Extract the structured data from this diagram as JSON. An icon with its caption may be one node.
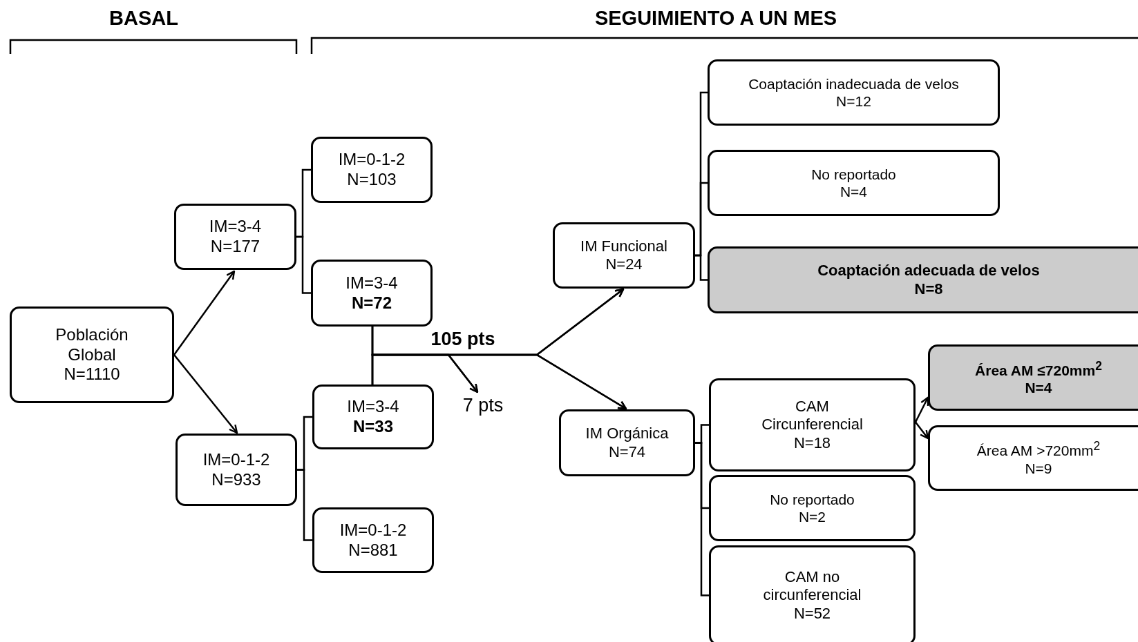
{
  "diagram": {
    "nodes": [
      {
        "text": [
          "Población Global",
          "N=1110"
        ]
      },
      {
        "text": [
          "IM=3-4",
          "N=177"
        ]
      },
      {
        "text": [
          "IM=0-1-2",
          "N=933"
        ]
      },
      {
        "text": [
          "IM=0-1-2",
          "N=103"
        ]
      },
      {
        "text": [
          "IM=3-4",
          "N=72"
        ]
      },
      {
        "text": [
          "IM=3-4",
          "N=33"
        ]
      },
      {
        "text": [
          "IM=0-1-2",
          "N=881"
        ]
      },
      {
        "text": [
          "7 pts"
        ]
      },
      {
        "text": [
          "IM Funcional",
          "N=24"
        ]
      },
      {
        "text": [
          "IM Orgánica",
          "N=74"
        ]
      },
      {
        "text": [
          "Coaptación inadecuada de velos",
          "N=12"
        ]
      },
      {
        "text": [
          "No reportado",
          "N=4"
        ]
      },
      {
        "text": [
          "Coaptación adecuada de velos",
          "N=8"
        ]
      },
      {
        "text": [
          "CAM Circunferencial",
          "N=18"
        ]
      },
      {
        "text": [
          "No reportado",
          "N=2"
        ]
      },
      {
        "text": [
          "CAM no circunferencial",
          "N=52"
        ]
      },
      {
        "text": [
          "Área AM ≤720mm$^{2}$",
          "N=4"
        ]
      },
      {
        "text": [
          "Área AM >720mm$^{2}$",
          "N=9"
        ]
      }
    ],
    "edges": [
      {
        "from": 0,
        "to": 1,
        "arrow": "to"
      },
      {
        "from": 0,
        "to": 2,
        "arrow": "to"
      },
      {
        "from": 1,
        "to": 3,
        "arrow": "none"
      },
      {
        "from": 1,
        "to": 4,
        "arrow": "none"
      },
      {
        "from": 2,
        "to": 5,
        "arrow": "none"
      },
      {
        "from": 2,
        "to": 6,
        "arrow": "none"
      },
      {
        "from": 4,
        "to": 7,
        "arrow": "to"
      },
      {
        "from": 5,
        "to": 7,
        "arrow": "to"
      },
      {
        "from": 4,
        "to": 8,
        "arrow": "to"
      },
      {
        "from": 4,
        "to": 9,
        "arrow": "to"
      },
      {
        "from": 5,
        "to": 8,
        "arrow": "to"
      },
      {
        "from": 5,
        "to": 9,
        "arrow": "to"
      },
      {
        "from": 8,
        "to": 10,
        "arrow": "none"
      },
      {
        "from": 8,
        "to": 11,
        "arrow": "none"
      },
      {
        "from": 8,
        "to": 12,
        "arrow": "none"
      },
      {
        "from": 9,
        "to": 13,
        "arrow": "none"
      },
      {
        "from": 9,
        "to": 14,
        "arrow": "none"
      },
      {
        "from": 9,
        "to": 15,
        "arrow": "none"
      },
      {
        "from": 13,
        "to": 16,
        "arrow": "to"
      },
      {
        "from": 13,
        "to": 17,
        "arrow": "to"
      }
    ],
    "labels": [
      "BASAL",
      "SEGUIMIENTO A UN MES",
      "105 pts"
    ]
  }
}
